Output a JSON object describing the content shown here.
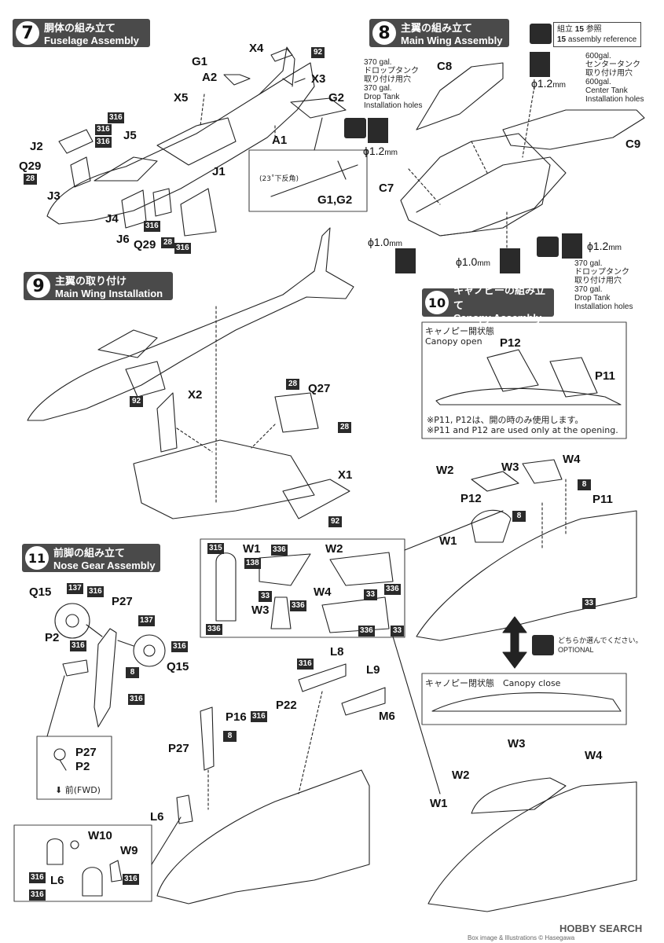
{
  "steps": {
    "s7": {
      "num": "7",
      "jp": "胴体の組み立て",
      "en": "Fuselage Assembly"
    },
    "s8": {
      "num": "8",
      "jp": "主翼の組み立て",
      "en": "Main Wing Assembly"
    },
    "s9": {
      "num": "9",
      "jp": "主翼の取り付け",
      "en": "Main Wing Installation"
    },
    "s10": {
      "num": "10",
      "jp": "キャノピーの組み立て",
      "en": "Canopy Assembly"
    },
    "s11": {
      "num": "11",
      "jp": "前脚の組み立て",
      "en": "Nose Gear Assembly"
    }
  },
  "parts": {
    "X4": "X4",
    "G1": "G1",
    "A2": "A2",
    "X3": "X3",
    "X5": "X5",
    "G2": "G2",
    "A1": "A1",
    "J2": "J2",
    "J5": "J5",
    "Q29": "Q29",
    "J3": "J3",
    "J4": "J4",
    "J6": "J6",
    "J1": "J1",
    "G1G2": "G1,G2",
    "C8": "C8",
    "C7": "C7",
    "C9": "C9",
    "X2": "X2",
    "Q27": "Q27",
    "X1": "X1",
    "P12": "P12",
    "P11": "P11",
    "W1": "W1",
    "W2": "W2",
    "W3": "W3",
    "W4": "W4",
    "Q15": "Q15",
    "P27": "P27",
    "P2": "P2",
    "L8": "L8",
    "L9": "L9",
    "M6": "M6",
    "P16": "P16",
    "P22": "P22",
    "L6": "L6",
    "W10": "W10",
    "W9": "W9"
  },
  "colors": {
    "c8": "8",
    "c28": "28",
    "c33": "33",
    "c92": "92",
    "c137": "137",
    "c138": "138",
    "c315": "315",
    "c316": "316",
    "c336": "336"
  },
  "notes": {
    "dihedral": "(23˚下反角)",
    "assembly_ref_jp": "組立",
    "assembly_ref_num": "15",
    "assembly_ref_jp2": "参照",
    "assembly_ref_en": "assembly reference",
    "drop_tank_jp1": "370 gal.",
    "drop_tank_jp2": "ドロップタンク",
    "drop_tank_jp3": "取り付け用穴",
    "drop_tank_en1": "370 gal.",
    "drop_tank_en2": "Drop Tank",
    "drop_tank_en3": "Installation holes",
    "center_jp1": "600gal.",
    "center_jp2": "センタータンク",
    "center_jp3": "取り付け用穴",
    "center_en1": "600gal.",
    "center_en2": "Center Tank",
    "center_en3": "Installation holes",
    "d12": "ϕ1.2",
    "d10": "ϕ1.0",
    "mm": "mm",
    "canopy_open_jp": "キャノピー開状態",
    "canopy_open_en": "Canopy open",
    "canopy_note_jp": "※P11, P12は、開の時のみ使用します。",
    "canopy_note_en": "※P11 and P12 are used only at the opening.",
    "canopy_close": "キャノピー閉状態　Canopy close",
    "optional_jp": "どちらか選んでください。",
    "optional_en": "OPTIONAL",
    "fwd": "前(FWD)"
  },
  "watermark": {
    "main": "HOBBY SEARCH",
    "sub": "Box image & Illustrations © Hasegawa"
  }
}
